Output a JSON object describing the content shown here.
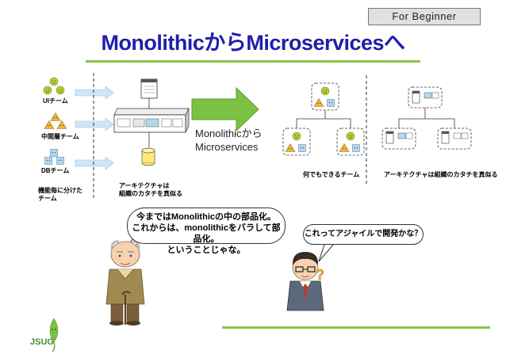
{
  "badge": "For Beginner",
  "title": "MonolithicからMicroservicesへ",
  "left": {
    "ui_team": "UIチーム",
    "mid_team": "中間層チーム",
    "db_team": "DBチーム",
    "caption_left": [
      "機能毎に分けた",
      "チーム"
    ],
    "caption_right": [
      "アーキテクチャは",
      "組織のカタチを真似る"
    ]
  },
  "arrow_label": [
    "Monolithicから",
    "Microservices"
  ],
  "right": {
    "team_caption": "何でもできるチーム",
    "arch_caption": "アーキテクチャは組織のカタチを真似る"
  },
  "bubble_old": [
    "今まではMonolithicの中の部品化。",
    "これからは、monolithicをバラして部品化。",
    "ということじゃな。"
  ],
  "bubble_young": "これってアジャイルで開発かな？",
  "question_mark": "?",
  "logo": "JSUG",
  "colors": {
    "title": "#1f1fa8",
    "accent_green": "#8bc34a",
    "arrow_green": "#7cc242",
    "face": "#b5d334",
    "triangle": "#f0b43c",
    "db_box": "#b4d7ee",
    "arrow_blue": "#cfe6f4"
  }
}
